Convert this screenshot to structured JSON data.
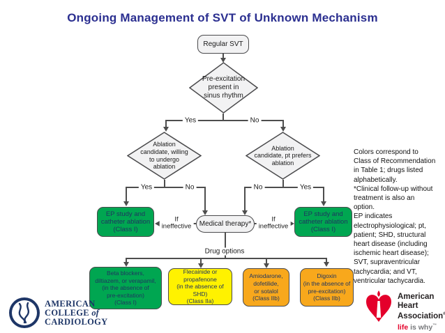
{
  "title": "Ongoing Management of SVT of Unknown Mechanism",
  "colors": {
    "title_blue": "#2B2F90",
    "class_i_green": "#00A651",
    "class_iia_yellow": "#FFF200",
    "class_iib_orange": "#F8A81C",
    "node_gray": "#F2F2F3",
    "connector_gray": "#4D4D4D",
    "acc_navy": "#1E3667",
    "aha_red": "#E4002B"
  },
  "flowchart": {
    "start": "Regular SVT",
    "decision_preexcitation": "Pre-excitation\npresent in\nsinus rhythm",
    "decision_willing": "Ablation\ncandidate, willing\nto undergo\nablation",
    "decision_prefers": "Ablation\ncandidate, pt prefers\nablation",
    "ep_left": "EP study and\ncatheter ablation\n(Class I)",
    "ep_right": "EP study and\ncatheter ablation\n(Class I)",
    "medical_therapy": "Medical therapy*",
    "if_ineffective_left": "If\nineffective",
    "if_ineffective_right": "If\nineffective",
    "drug_options": "Drug options",
    "labels": {
      "yes1": "Yes",
      "no1": "No",
      "yes2": "Yes",
      "no2": "No",
      "no3": "No",
      "yes3": "Yes"
    },
    "drugs": [
      {
        "text": "Beta blockers,\ndiltiazem, or verapamil,\n(in the absence of\npre-excitation)\n(Class I)",
        "class": "Class I"
      },
      {
        "text": "Flecainide or\npropafenone\n(in the absence of SHD)\n(Class IIa)",
        "class": "Class IIa"
      },
      {
        "text": "Amiodarone,\ndofetilide,\nor sotalol\n(Class IIb)",
        "class": "Class IIb"
      },
      {
        "text": "Digoxin\n(in the absence of\npre-excitation)\n(Class IIb)",
        "class": "Class IIb"
      }
    ]
  },
  "sidenote": "Colors correspond to\nClass of Recommendation\nin Table 1; drugs listed\nalphabetically.\n*Clinical follow-up without\ntreatment is also an\noption.\nEP indicates\nelectrophysiological; pt,\npatient; SHD, structural\nheart disease (including\nischemic heart disease);\nSVT, supraventricular\ntachycardia; and VT,\nventricular tachycardia.",
  "logos": {
    "acc": {
      "line1": "AMERICAN",
      "line2a": "COLLEGE",
      "line2b": "of",
      "line3": "CARDIOLOGY"
    },
    "aha": {
      "line1": "American",
      "line2": "Heart",
      "line3": "Association",
      "reg": "®",
      "tagline_life": "life",
      "tagline_rest": " is why",
      "tm": "™"
    }
  }
}
